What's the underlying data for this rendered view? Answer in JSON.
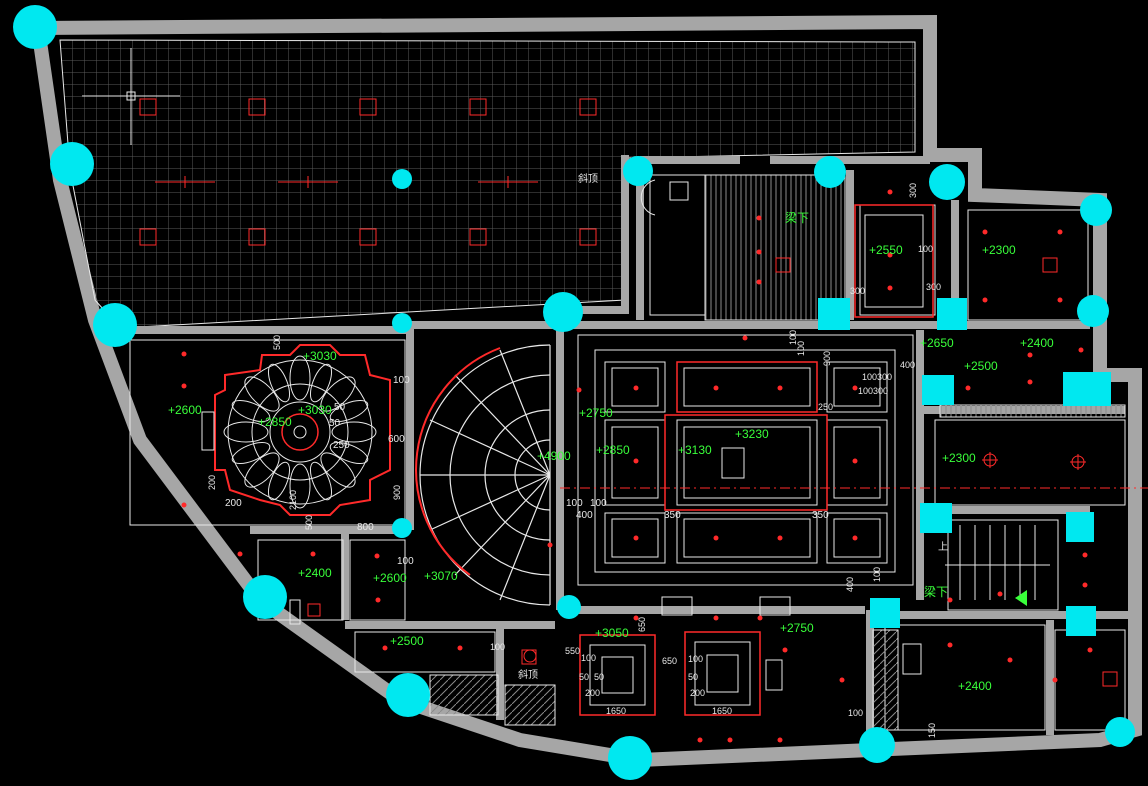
{
  "colors": {
    "background": "#000000",
    "wall": "#a6a6a6",
    "column": "#00e8f0",
    "dimension": "#39ff3a",
    "line": "#e8e8e8",
    "accent": "#ff2a2a",
    "grid": "#5a5a5a"
  },
  "labels": {
    "slope_1": "斜顶",
    "slope_2": "斜顶",
    "beam_1": "梁下",
    "beam_2": "梁下",
    "up": "上",
    "h3030_a": "+3030",
    "h3030_b": "+3030",
    "h2850": "+2850",
    "h2600_a": "+2600",
    "h2600_b": "+2600",
    "h2400_a": "+2400",
    "h2400_b": "+2400",
    "h2400_c": "+2400",
    "h3070": "+3070",
    "h2500_a": "+2500",
    "h2500_b": "+2500",
    "h4900": "+4900",
    "h2750_a": "+2750",
    "h2750_b": "+2750",
    "h2850_b": "+2850",
    "h3130": "+3130",
    "h3230": "+3230",
    "h2550": "+2550",
    "h2300_a": "+2300",
    "h2300_b": "+2300",
    "h2650": "+2650",
    "h3050": "+3050"
  },
  "dims": {
    "d100_a": "100",
    "d600": "600",
    "d500_a": "500",
    "d900_a": "900",
    "d200_a": "200",
    "d200_b": "200",
    "d800": "800",
    "d500_b": "500",
    "d2100": "2100",
    "d50_a": "50",
    "d50_b": "50",
    "d250_a": "250",
    "d100_b": "100",
    "d100_c": "100",
    "d400_a": "400",
    "d100_d": "100",
    "d350_a": "350",
    "d350_b": "350",
    "d250_b": "250",
    "d100_e": "100",
    "d900_b": "900",
    "d100_f": "100",
    "d300_a": "300",
    "d100_g": "100",
    "d300_b": "300",
    "d300_c": "300",
    "d400_b": "400",
    "d1003": "100300",
    "d10030": "100300",
    "d650_a": "650",
    "d550": "550",
    "d100_h": "100",
    "d50_c": "50",
    "d50_d": "50",
    "d200_c": "200",
    "d1650_a": "1650",
    "d650_b": "650",
    "d100_i": "100",
    "d50_e": "50",
    "d200_d": "200",
    "d1650_b": "1650",
    "d100_j": "100",
    "d150": "150",
    "d100_k": "100",
    "d100_l": "100",
    "d400_c": "400"
  }
}
